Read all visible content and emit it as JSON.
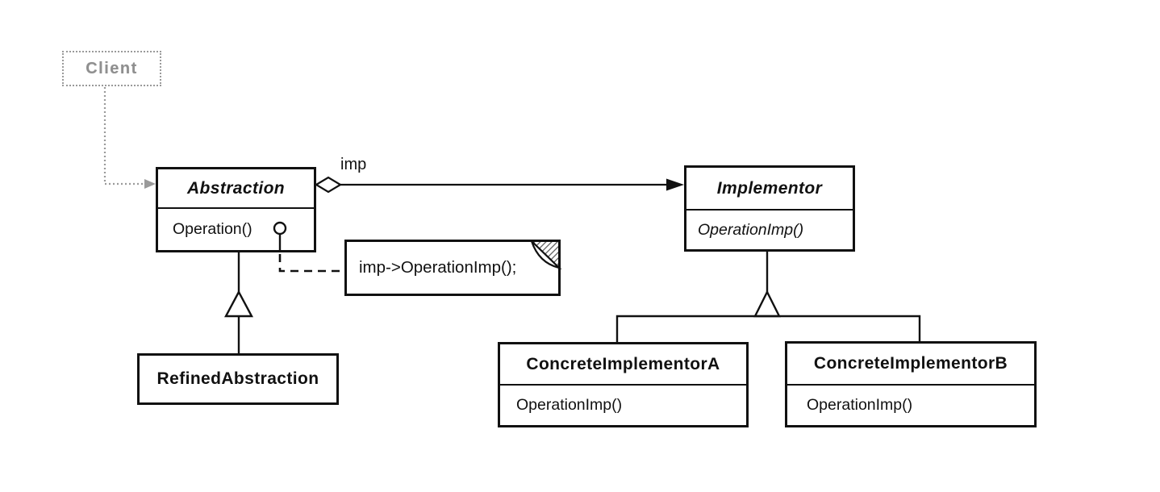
{
  "colors": {
    "line": "#111111",
    "client_gray": "#949494",
    "background": "#ffffff",
    "hatch_fill": "#555555"
  },
  "nodes": {
    "client": {
      "name": "Client"
    },
    "abstraction": {
      "name": "Abstraction",
      "methods": [
        "Operation()"
      ]
    },
    "implementor": {
      "name": "Implementor",
      "methods": [
        "OperationImp()"
      ]
    },
    "refined_abstraction": {
      "name": "RefinedAbstraction"
    },
    "concrete_implementor_a": {
      "name": "ConcreteImplementorA",
      "methods": [
        "OperationImp()"
      ]
    },
    "concrete_implementor_b": {
      "name": "ConcreteImplementorB",
      "methods": [
        "OperationImp()"
      ]
    }
  },
  "edges": {
    "aggregation_label": "imp",
    "note_text": "imp->OperationImp();"
  }
}
